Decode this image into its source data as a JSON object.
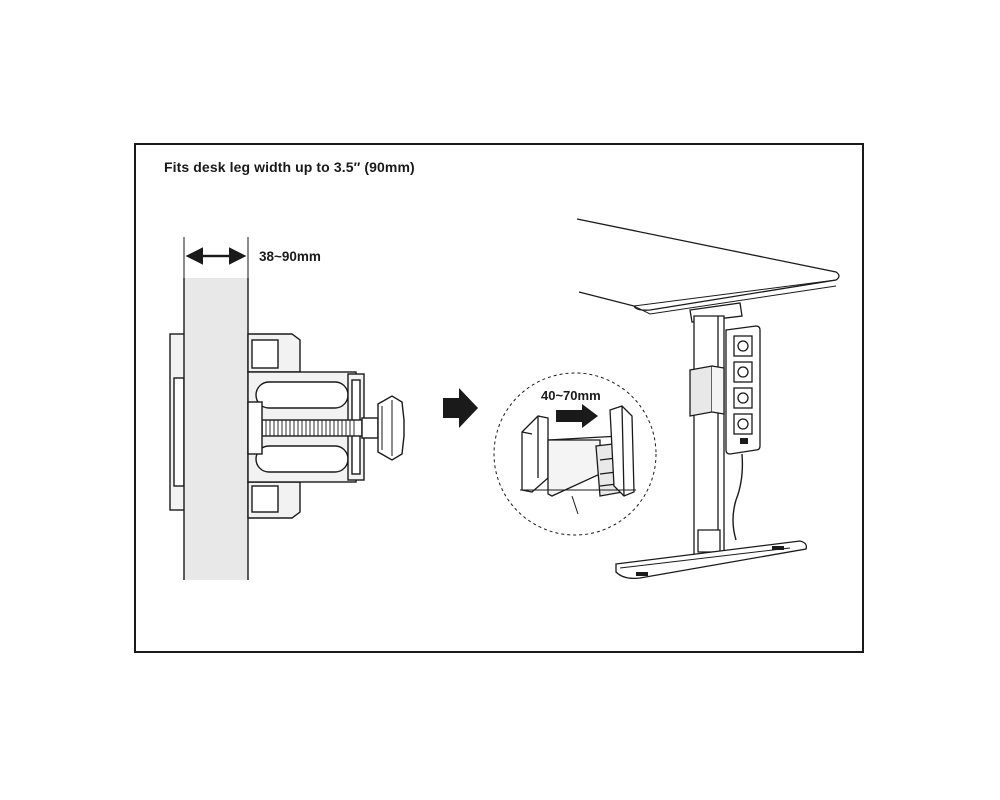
{
  "title": "Fits desk leg width up to 3.5″ (90mm)",
  "leg_width_range": "38~90mm",
  "clamp_range": "40~70mm",
  "icons": {
    "step_arrow": "arrow-right-icon",
    "width_dimension": "double-arrow-icon",
    "slide_arrow": "arrow-right-icon"
  },
  "colors": {
    "line": "#1a1a1a",
    "leg_fill": "#e8e8e8",
    "metal_fill": "#f2f2f2"
  }
}
